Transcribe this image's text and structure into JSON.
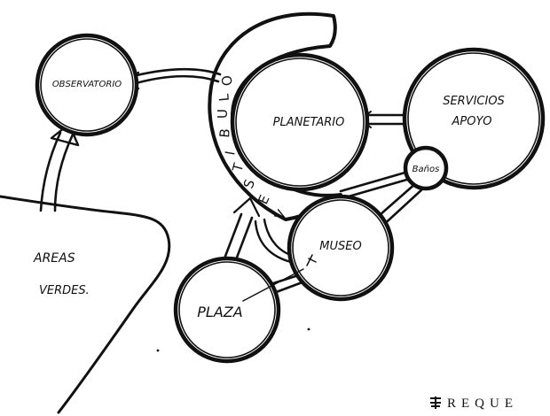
{
  "diagram": {
    "nodes": {
      "observatorio": "OBSERVATORIO",
      "planetario": "PLANETARIO",
      "servicios_line1": "SERVICIOS",
      "servicios_line2": "APOYO",
      "banos": "Baños",
      "museo": "MUSEO",
      "plaza": "PLAZA"
    },
    "vestibulo_letters": [
      "V",
      "E",
      "S",
      "T",
      "I",
      "B",
      "U",
      "L",
      "O"
    ],
    "areas_line1": "AREAS",
    "areas_line2": "VERDES."
  },
  "brand": {
    "text": "REQUE"
  },
  "colors": {
    "ink": "#111111",
    "paper": "#ffffff"
  }
}
